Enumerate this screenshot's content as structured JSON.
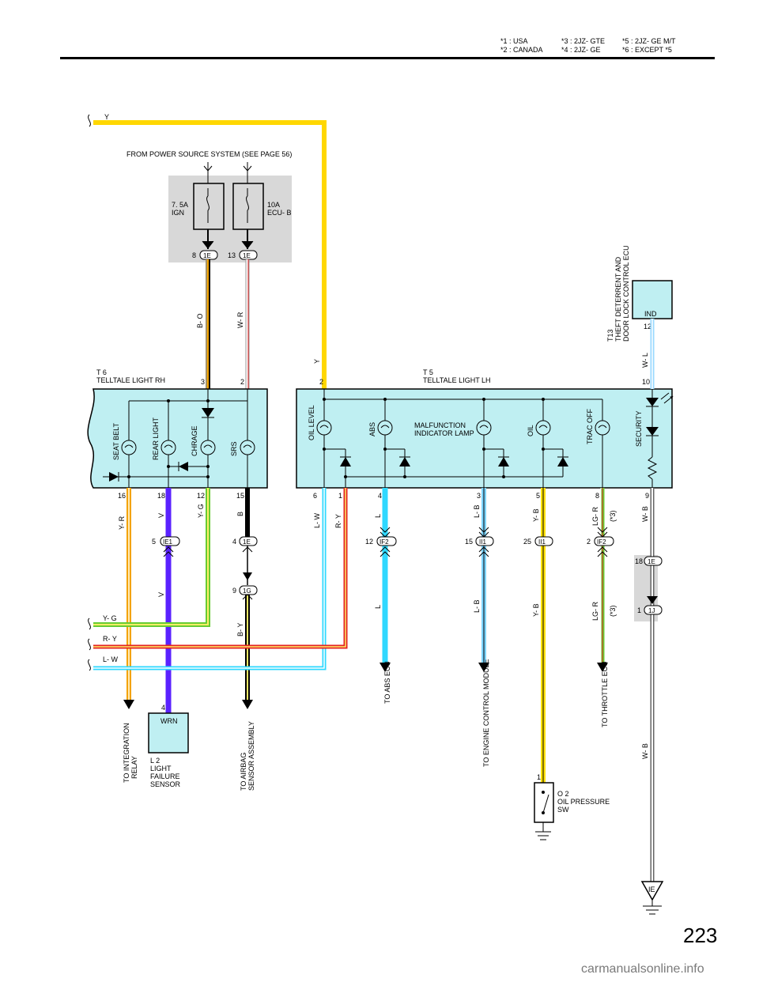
{
  "legend": {
    "n1": "*1  : USA",
    "n2": "*2  : CANADA",
    "n3": "*3  : 2JZ- GTE",
    "n4": "*4  : 2JZ- GE",
    "n5": "*5  : 2JZ- GE M/T",
    "n6": "*6  : EXCEPT *5"
  },
  "source": "FROM POWER SOURCE SYSTEM (SEE PAGE 56)",
  "fuses": {
    "f1_a": "7. 5A",
    "f1_b": "IGN",
    "f2_a": "10A",
    "f2_b": "ECU- B"
  },
  "conn": {
    "c1e": "1E",
    "p8": "8",
    "p13": "13",
    "ie1": "IE1",
    "p5": "5",
    "c1e_b": "1E",
    "p4b": "4",
    "c1g": "1G",
    "p9": "9",
    "if2a": "IF2",
    "p12b": "12",
    "ii1a": "II1",
    "p15b": "15",
    "ii1b": "II1",
    "p25": "25",
    "if2b": "IF2",
    "p2b": "2",
    "c1e_c": "1E",
    "p18b": "18",
    "c1j": "1J",
    "p1b": "1"
  },
  "t6": {
    "name": "T 6",
    "desc": "TELLTALE LIGHT RH",
    "pin3": "3",
    "pin2": "2",
    "p16": "16",
    "p18": "18",
    "p12": "12",
    "p15": "15",
    "b1": "SEAT BELT",
    "b2": "REAR LIGHT",
    "b3": "CHRAGE",
    "b4": "SRS"
  },
  "t5": {
    "name": "T 5",
    "desc": "TELLTALE LIGHT LH",
    "pin2": "2",
    "pin10": "10",
    "p6": "6",
    "p1": "1",
    "p4": "4",
    "p3": "3",
    "p5": "5",
    "p8": "8",
    "p9": "9",
    "b1": "OIL LEVEL",
    "b2": "ABS",
    "b3a": "MALFUNCTION",
    "b3b": "INDICATOR LAMP",
    "b4": "OIL",
    "b5": "TRAC OFF",
    "b6": "SECURITY"
  },
  "t13": {
    "name": "T13",
    "desc1": "THEFT DETERRENT AND",
    "desc2": "DOOR LOCK CONTROL ECU",
    "box": "IND",
    "pin12": "12"
  },
  "wires": {
    "y_top": "Y",
    "y_mid": "Y",
    "bo": "B- O",
    "wr": "W- R",
    "yr": "Y- R",
    "v1": "V",
    "yg1": "Y- G",
    "b": "B",
    "v2": "V",
    "by": "B- Y",
    "lw1": "L- W",
    "ry1": "R- Y",
    "l1": "L",
    "lb1": "L- B",
    "yb1": "Y- B",
    "lgr1": "LG- R",
    "star3a": "(*3)",
    "wb1": "W- B",
    "wl": "W- L",
    "l2": "L",
    "lb2": "L- B",
    "yb2": "Y- B",
    "lgr2": "LG- R",
    "star3b": "(*3)",
    "wb2": "W- B",
    "yg2": "Y- G",
    "ry2": "R- Y",
    "lw2": "L- W"
  },
  "dest": {
    "integ1": "TO INTEGRATION",
    "integ2": "RELAY",
    "airbag1": "TO AIRBAG",
    "airbag2": "SENSOR ASSEMBLY",
    "abs": "TO ABS ECU",
    "ecm": "TO ENGINE CONTROL MODULE",
    "throttle": "TO THROTTLE ECU"
  },
  "l2": {
    "box": "WRN",
    "pin": "4",
    "name": "L 2",
    "d1": "LIGHT",
    "d2": "FAILURE",
    "d3": "SENSOR"
  },
  "o2": {
    "pin": "1",
    "name": "O 2",
    "d1": "OIL PRESSURE",
    "d2": "SW"
  },
  "ground": "IE",
  "page_number": "223",
  "watermark": "carmanualsonline.info",
  "colors": {
    "yellow": "#ffd700",
    "violet": "#5a22ff",
    "cyan": "#2fd8ff",
    "red": "#e32222",
    "tan": "#d9c28a",
    "orange": "#f3a300",
    "green": "#66cc33",
    "lightblue": "#9ad9ff",
    "black": "#000000",
    "panel": "#bfeff2",
    "fusebg": "#d8d8d8"
  }
}
